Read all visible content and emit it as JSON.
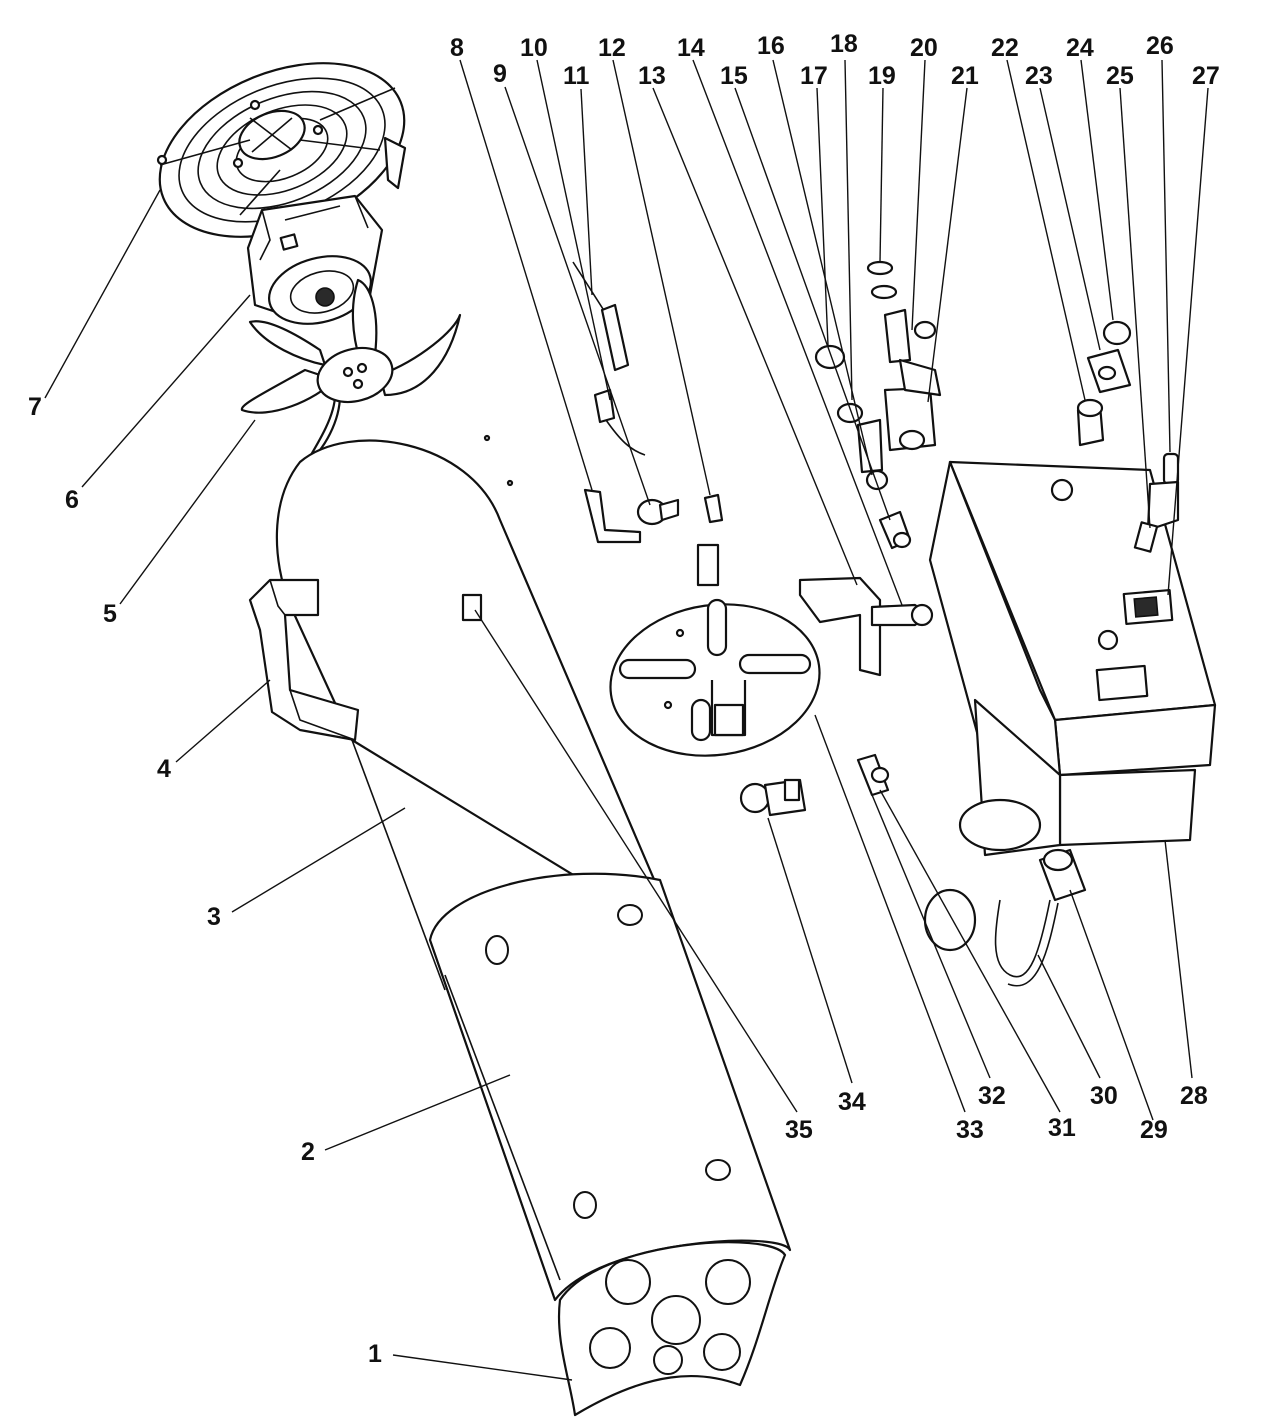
{
  "callouts": [
    {
      "id": "c1",
      "label": "1",
      "item": 1
    },
    {
      "id": "c2",
      "label": "2",
      "item": 2
    },
    {
      "id": "c3",
      "label": "3",
      "item": 3
    },
    {
      "id": "c4",
      "label": "4",
      "item": 4
    },
    {
      "id": "c5",
      "label": "5",
      "item": 5
    },
    {
      "id": "c6",
      "label": "6",
      "item": 6
    },
    {
      "id": "c7",
      "label": "7",
      "item": 7
    },
    {
      "id": "c8",
      "label": "8",
      "item": 8
    },
    {
      "id": "c9",
      "label": "9",
      "item": 9
    },
    {
      "id": "c10",
      "label": "10",
      "item": 10
    },
    {
      "id": "c11",
      "label": "11",
      "item": 11
    },
    {
      "id": "c12",
      "label": "12",
      "item": 12
    },
    {
      "id": "c13",
      "label": "13",
      "item": 13
    },
    {
      "id": "c14",
      "label": "14",
      "item": 14
    },
    {
      "id": "c15",
      "label": "15",
      "item": 15
    },
    {
      "id": "c16",
      "label": "16",
      "item": 16
    },
    {
      "id": "c17",
      "label": "17",
      "item": 17
    },
    {
      "id": "c18",
      "label": "18",
      "item": 18
    },
    {
      "id": "c19",
      "label": "19",
      "item": 19
    },
    {
      "id": "c20",
      "label": "20",
      "item": 20
    },
    {
      "id": "c21",
      "label": "21",
      "item": 21
    },
    {
      "id": "c22",
      "label": "22",
      "item": 22
    },
    {
      "id": "c23",
      "label": "23",
      "item": 23
    },
    {
      "id": "c24",
      "label": "24",
      "item": 24
    },
    {
      "id": "c25",
      "label": "25",
      "item": 25
    },
    {
      "id": "c26",
      "label": "26",
      "item": 26
    },
    {
      "id": "c27",
      "label": "27",
      "item": 27
    },
    {
      "id": "c28",
      "label": "28",
      "item": 28
    },
    {
      "id": "c29",
      "label": "29",
      "item": 29
    },
    {
      "id": "c30",
      "label": "30",
      "item": 30
    },
    {
      "id": "c31",
      "label": "31",
      "item": 31
    },
    {
      "id": "c32",
      "label": "32",
      "item": 32
    },
    {
      "id": "c33",
      "label": "33",
      "item": 33
    },
    {
      "id": "c34",
      "label": "34",
      "item": 34
    },
    {
      "id": "c35",
      "label": "35",
      "item": 35
    }
  ]
}
